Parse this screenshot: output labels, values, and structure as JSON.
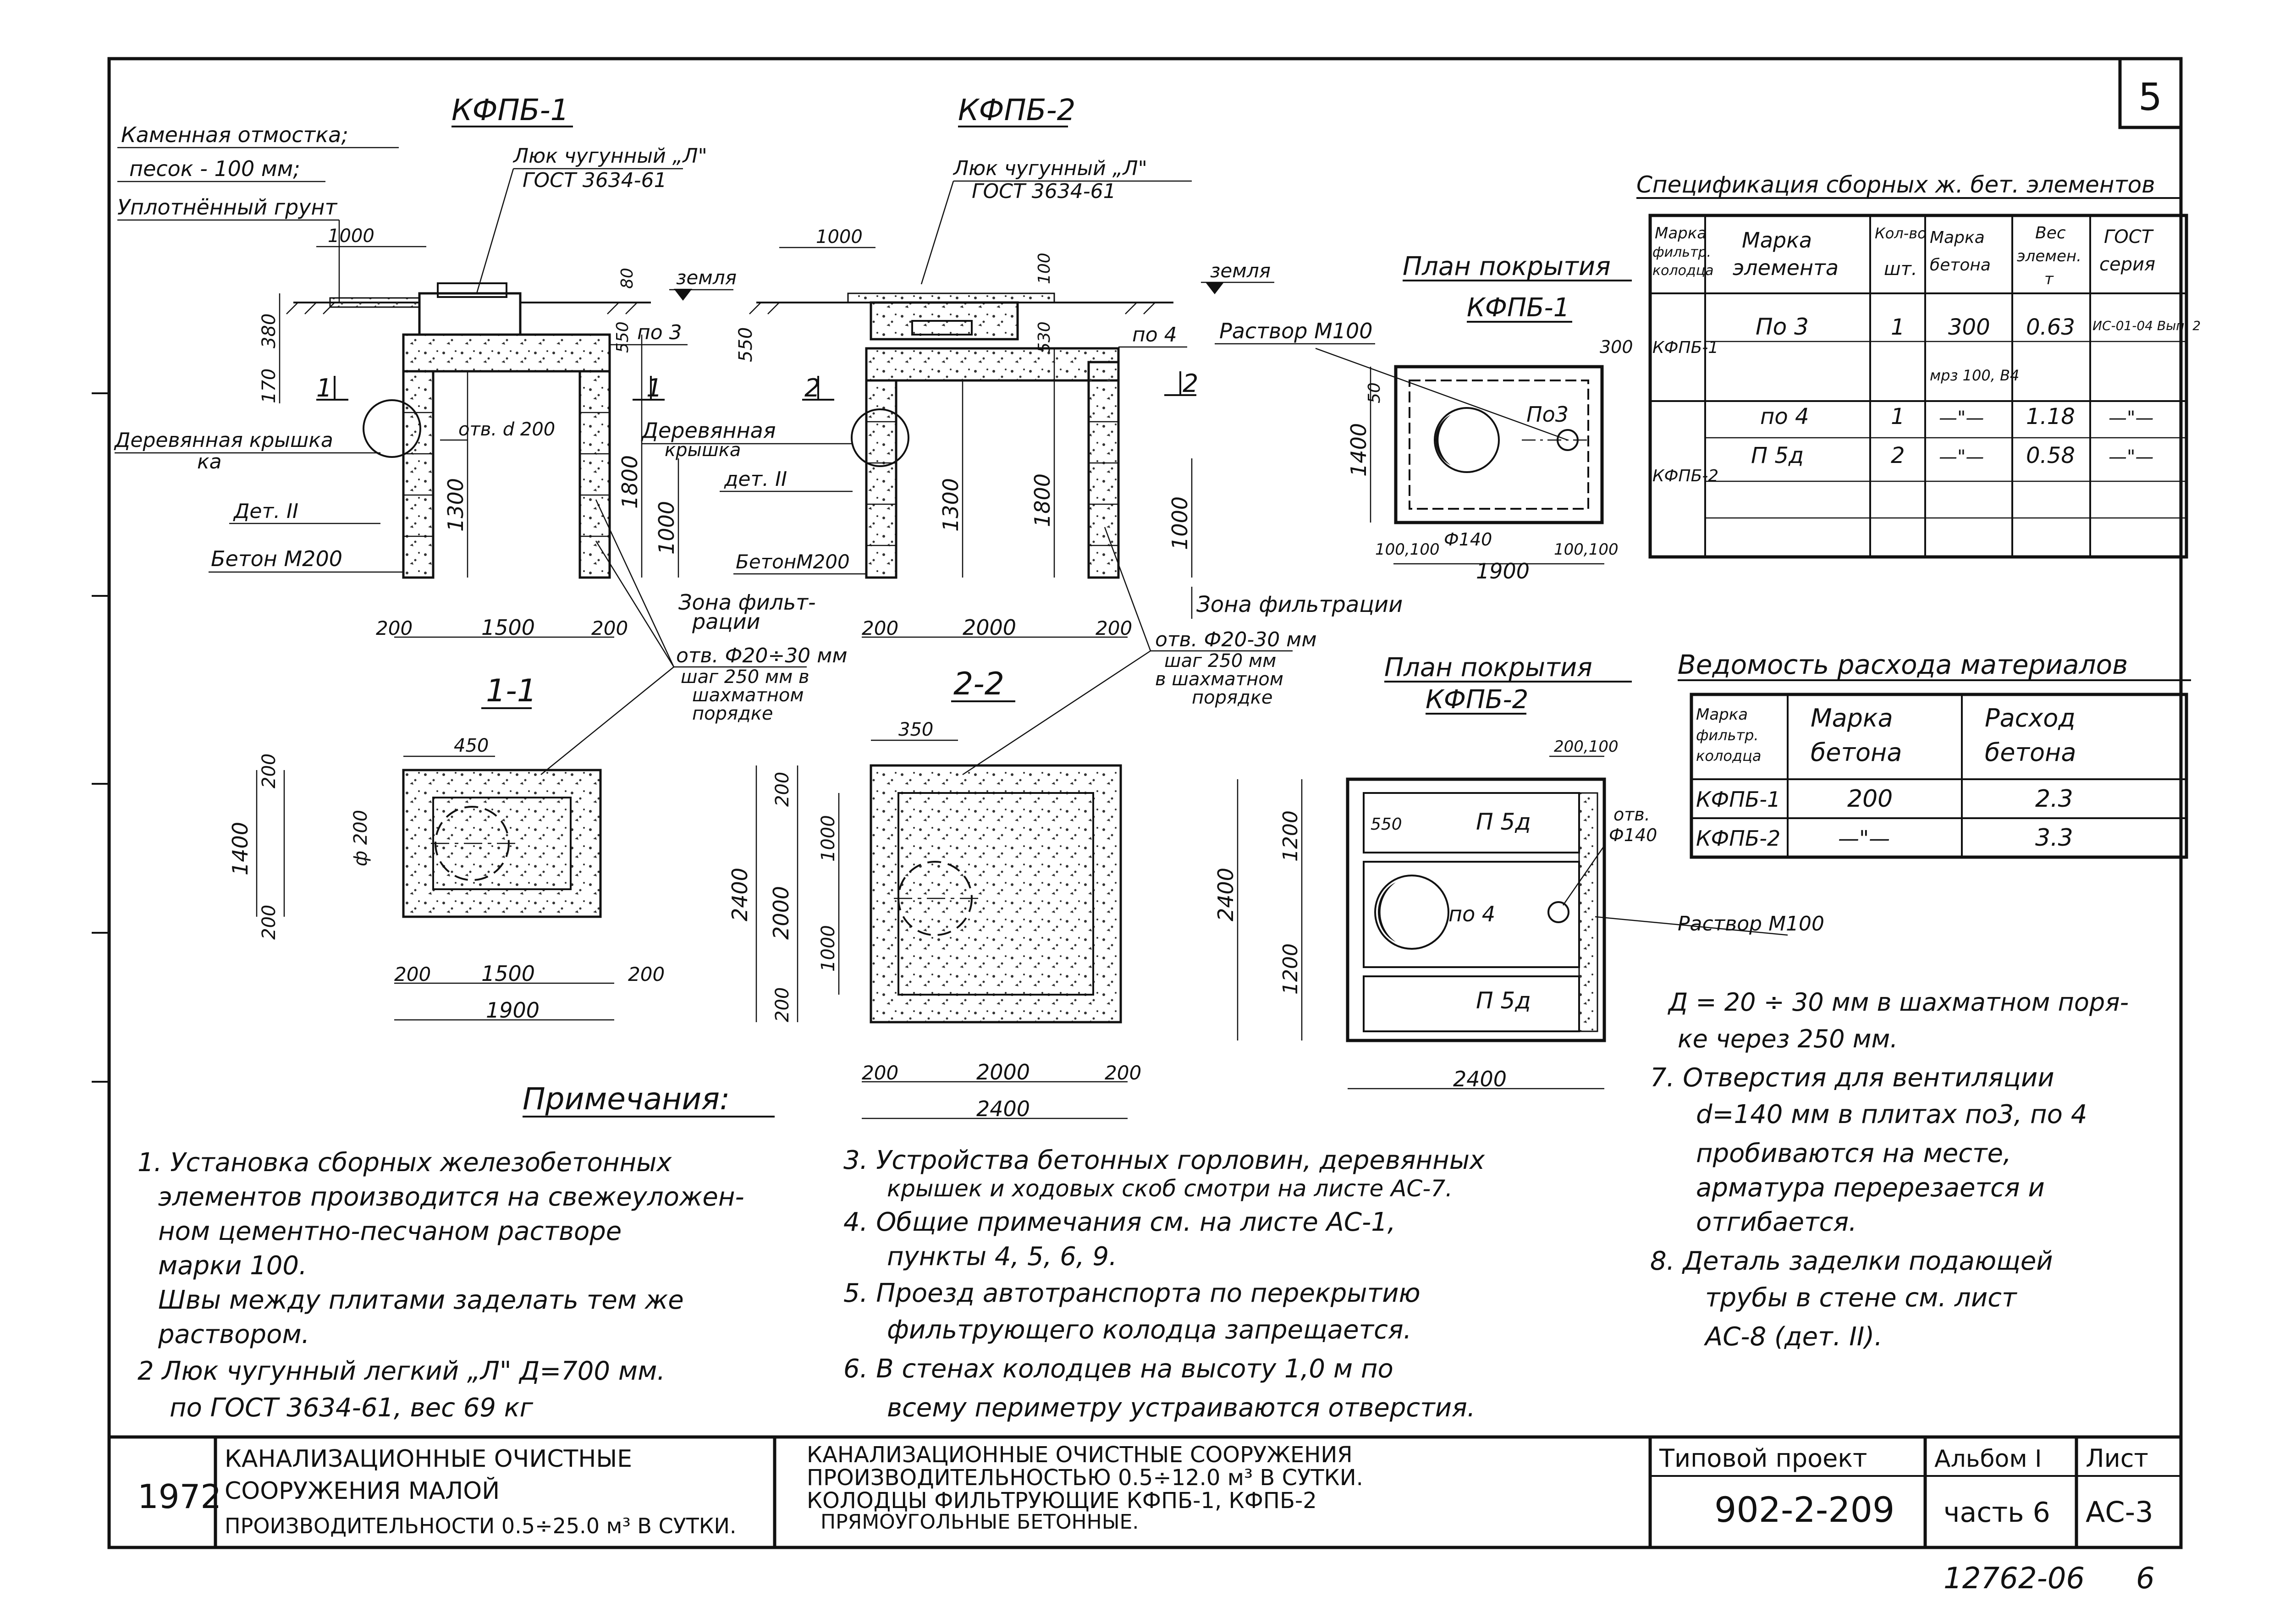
{
  "sheet_number": "5",
  "drawings": {
    "kfpb1_title": "КФПБ-1",
    "kfpb2_title": "КФПБ-2",
    "ground_left": [
      "Каменная отмостка;",
      "песок - 100 мм;",
      "Уплотнённый грунт"
    ],
    "hatch_left": "Люк чугунный „Л\"",
    "hatch_left_gost": "ГОСТ 3634-61",
    "hatch_right": "Люк чугунный „Л\"",
    "hatch_right_gost": "ГОСТ 3634-61",
    "zemlya": "земля",
    "wooden_cover_left": [
      "Деревянная крышка",
      "ка"
    ],
    "wooden_cover_right": [
      "Деревянная",
      "крышка"
    ],
    "det2_left": "Дет. II",
    "det2_right": "дет. II",
    "otv_d200": "отв. d 200",
    "beton_left": "Бетон М200",
    "beton_right": "БетонМ200",
    "po3": "по 3",
    "po4": "по 4",
    "rastvor_m100": "Раствор М100",
    "zona_left": [
      "Зона фильт-",
      "рации"
    ],
    "zona_right": "Зона фильтрации",
    "otv_left": [
      "отв. Ф20÷30 мм",
      "шаг 250 мм в",
      "шахматном",
      "порядке"
    ],
    "otv_right": [
      "отв. Ф20-30 мм",
      "шаг 250 мм",
      "в шахматном",
      "порядке"
    ],
    "section_1": "1-1",
    "section_2": "2-2",
    "cut1_label": "1",
    "cut2_label": "2",
    "plan1_title": [
      "План покрытия",
      "КФПБ-1"
    ],
    "plan2_title": [
      "План покрытия",
      "КФПБ-2"
    ],
    "plan_labels": {
      "po3": "По3",
      "po4": "по 4",
      "p5d": "П 5д",
      "otv140_a": "отв.",
      "otv140_b": "Ф140",
      "phi140": "Ф140",
      "rastvor": "Раствор М100"
    },
    "dims": {
      "d1000": "1000",
      "d380": "380",
      "d170": "170",
      "d80": "80",
      "d550": "550",
      "d1300": "1300",
      "d1800": "1800",
      "d200": "200",
      "d1500": "1500",
      "d2000": "2000",
      "d100": "100",
      "d530": "530",
      "d1400": "1400",
      "d1900": "1900",
      "d300": "300",
      "d50": "50",
      "d450": "450",
      "d350": "350",
      "d2400": "2400",
      "d1200": "1200",
      "d200_phi": "ф 200",
      "d100_100": "100,100",
      "d200_100": "200,100"
    }
  },
  "spec_table": {
    "title": "Спецификация сборных ж. бет. элементов",
    "headers": [
      "Марка фильтр. колодца",
      "Марка элемента",
      "Кол-во шт.",
      "Марка бетона",
      "Вес элемен. т",
      "ГОСТ серия"
    ],
    "rows": [
      [
        "КФПБ-1",
        "По 3",
        "1",
        "300",
        "0.63",
        "ИС-01-04 Вып. 2"
      ],
      [
        "",
        "",
        "",
        "мрз 100, В4",
        "",
        ""
      ],
      [
        "КФПБ-2",
        "по 4",
        "1",
        "—\"—",
        "1.18",
        "—\"—"
      ],
      [
        "",
        "П 5д",
        "2",
        "—\"—",
        "0.58",
        "—\"—"
      ]
    ]
  },
  "materials_table": {
    "title": "Ведомость расхода материалов",
    "headers": [
      "Марка фильтр. колодца",
      "Марка бетона",
      "Расход бетона"
    ],
    "rows": [
      [
        "КФПБ-1",
        "200",
        "2.3"
      ],
      [
        "КФПБ-2",
        "—\"—",
        "3.3"
      ]
    ]
  },
  "notes": {
    "title": "Примечания:",
    "col1": [
      "1. Установка сборных железобетонных",
      "элементов производится на свежеуложен-",
      "ном цементно-песчаном растворе",
      "марки 100.",
      "Швы между плитами заделать тем же",
      "раствором.",
      "2 Люк чугунный легкий „Л\" Д=700 мм.",
      "по ГОСТ 3634-61, вес 69 кг"
    ],
    "col2": [
      "3. Устройства бетонных горловин, деревянных",
      "крышек и ходовых скоб смотри на листе АС-7.",
      "4. Общие примечания см. на листе АС-1,",
      "пункты 4, 5, 6, 9.",
      "5. Проезд автотранспорта по перекрытию",
      "фильтрующего колодца запрещается.",
      "6. В стенах колодцев на высоту 1,0 м по",
      "всему периметру устраиваются отверстия."
    ],
    "col3": [
      "Д = 20 ÷ 30 мм в шахматном поря-",
      "ке через 250 мм.",
      "7. Отверстия для вентиляции",
      "d=140 мм в плитах по3, по 4",
      "пробиваются на месте,",
      "арматура перерезается и",
      "отгибается.",
      "8. Деталь заделки подающей",
      "трубы в стене см. лист",
      "АС-8 (дет. II)."
    ]
  },
  "title_block": {
    "year": "1972",
    "series_title": [
      "КАНАЛИЗАЦИОННЫЕ ОЧИСТНЫЕ",
      "СООРУЖЕНИЯ МАЛОЙ",
      "ПРОИЗВОДИТЕЛЬНОСТИ 0.5÷25.0 м³ В СУТКИ."
    ],
    "sheet_title": [
      "КАНАЛИЗАЦИОННЫЕ ОЧИСТНЫЕ СООРУЖЕНИЯ",
      "ПРОИЗВОДИТЕЛЬНОСТЬЮ 0.5÷12.0 м³ В СУТКИ.",
      "КОЛОДЦЫ ФИЛЬТРУЮЩИЕ КФПБ-1, КФПБ-2",
      "ПРЯМОУГОЛЬНЫЕ БЕТОННЫЕ."
    ],
    "project_label": "Типовой проект",
    "project_number": "902-2-209",
    "album_label": "Альбом I",
    "album_part": "часть 6",
    "list_label": "Лист",
    "list_number": "АС-3"
  },
  "footer_number": "12762-06",
  "footer_page": "6"
}
